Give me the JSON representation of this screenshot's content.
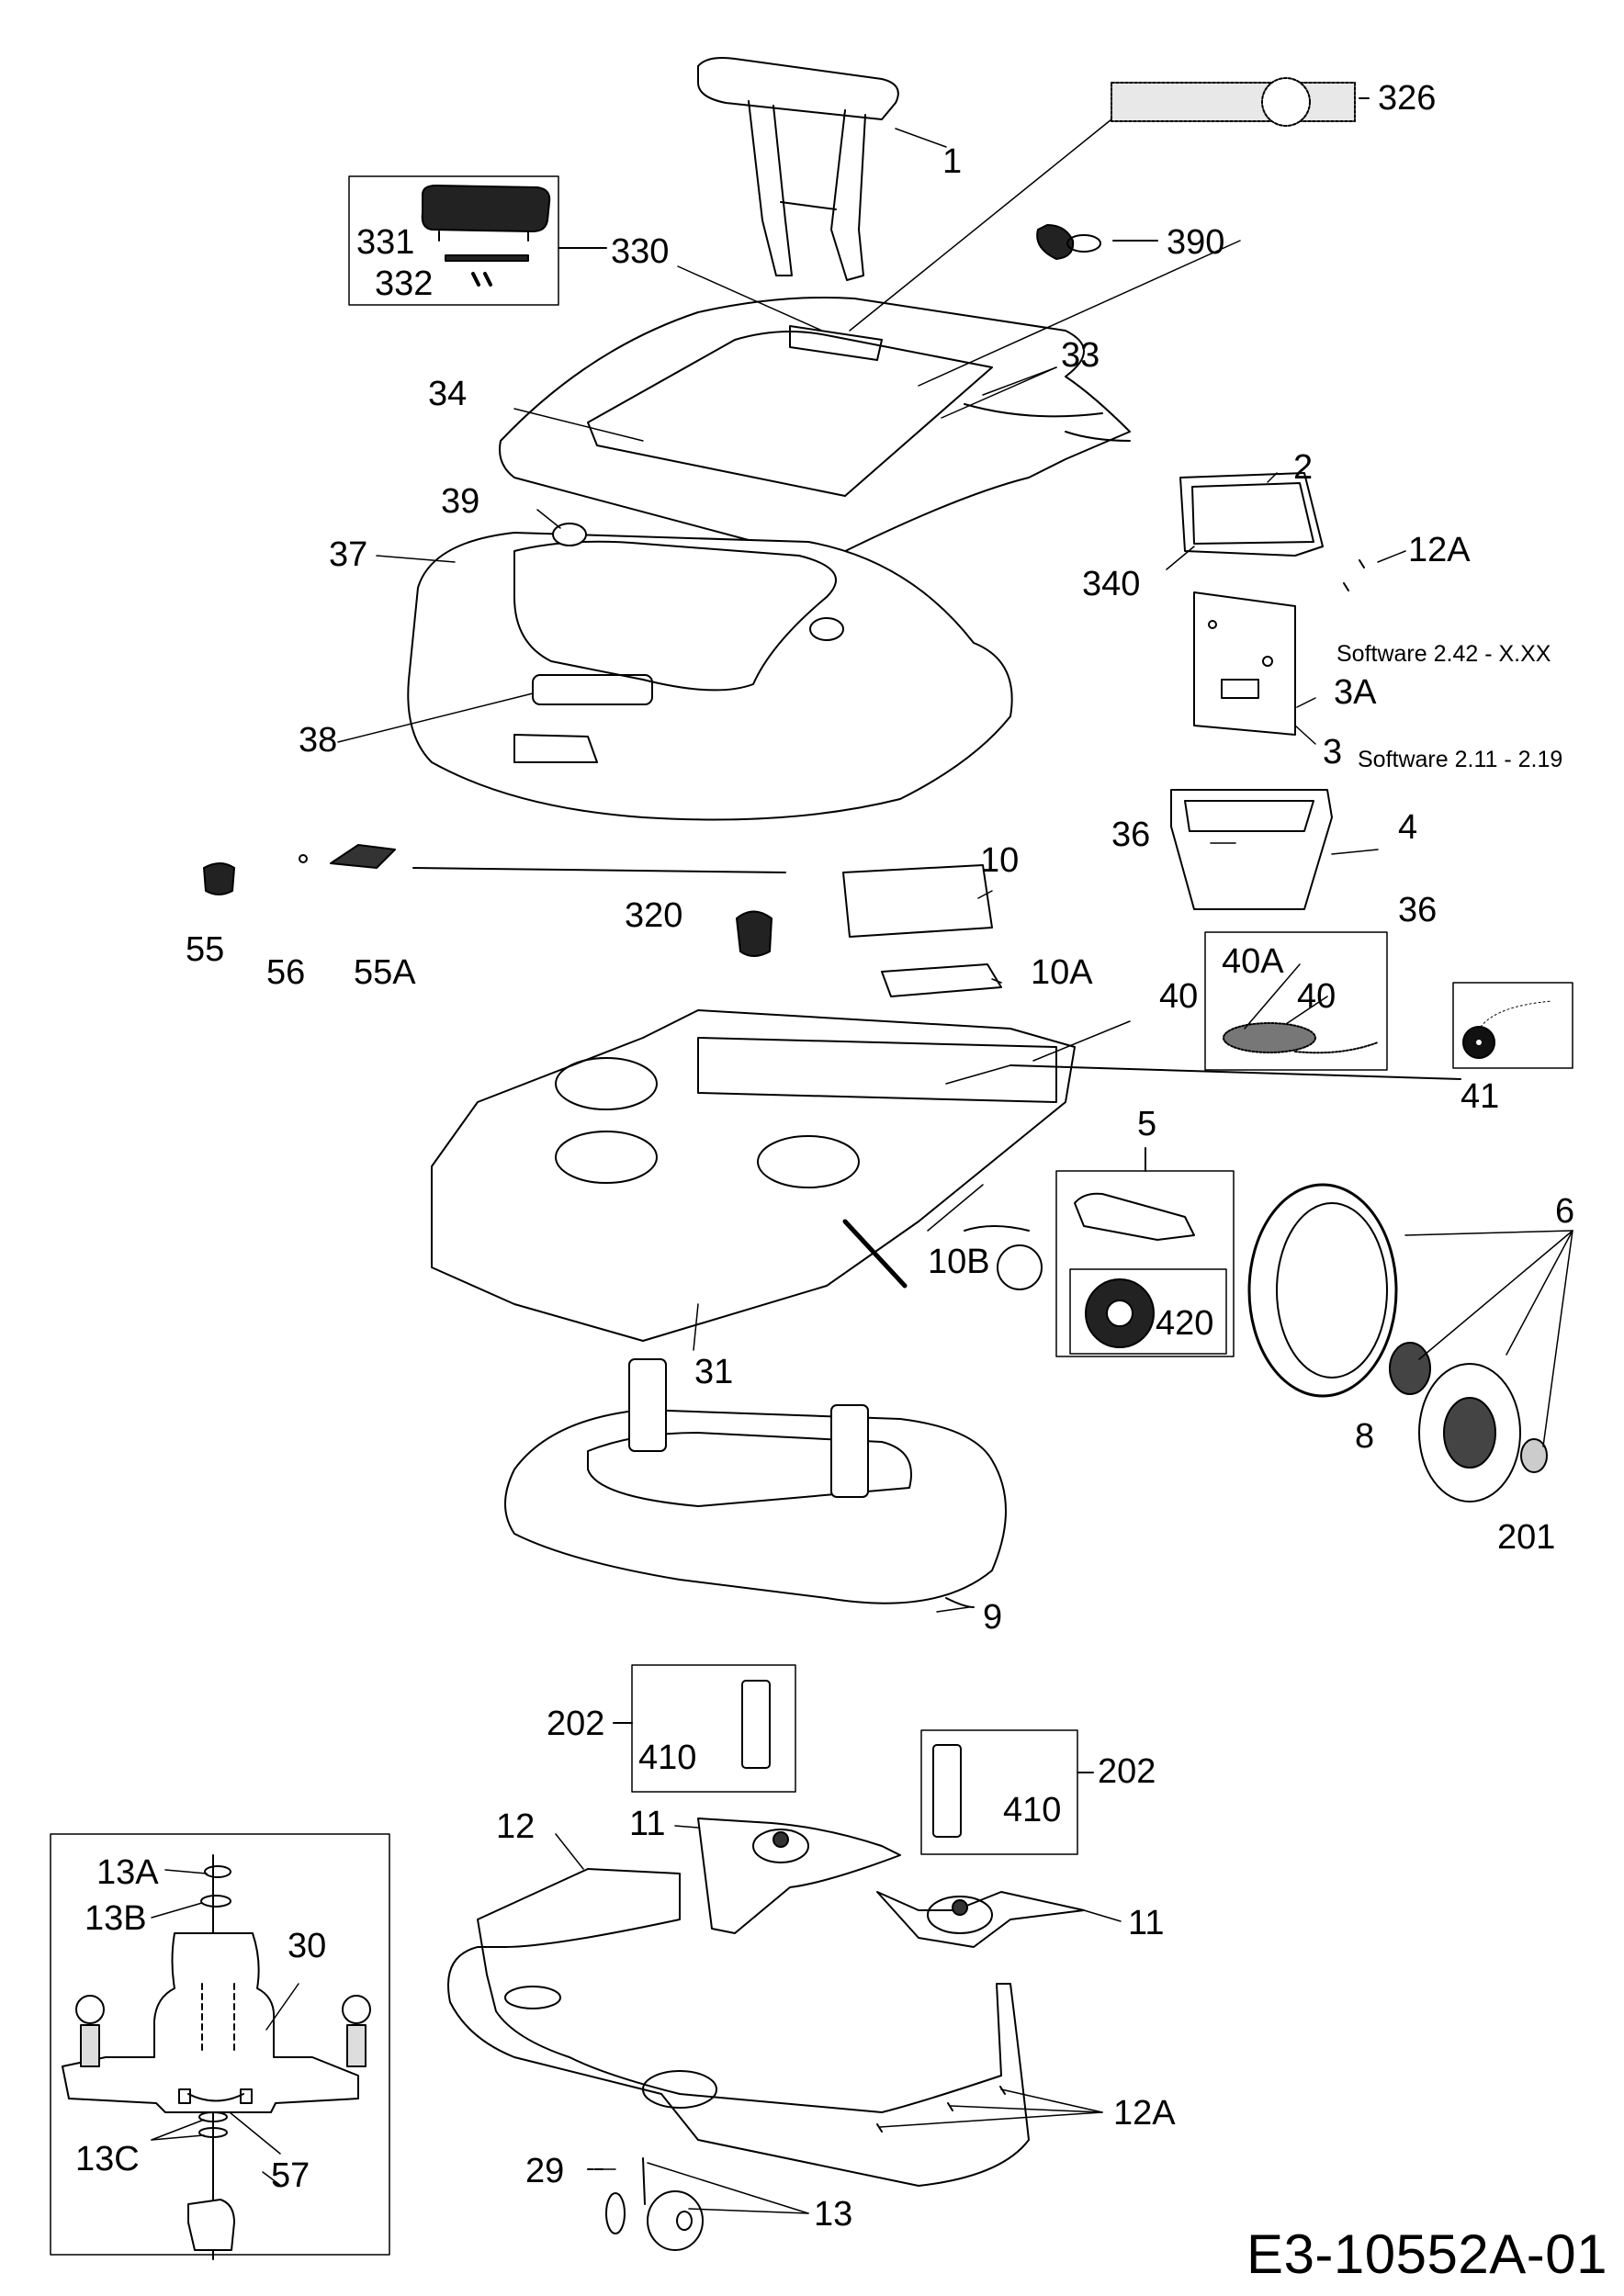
{
  "diagram": {
    "type": "exploded-parts-diagram",
    "code": "E3-10552A-01",
    "software_notes": {
      "part_3A": "Software 2.42 - X.XX",
      "part_3": "Software 2.11 - 2.19"
    },
    "labels": {
      "p1": "1",
      "p326": "326",
      "p390": "390",
      "p331": "331",
      "p332": "332",
      "p330": "330",
      "p33": "33",
      "p34": "34",
      "p2": "2",
      "p39": "39",
      "p37": "37",
      "p340": "340",
      "p12A_top": "12A",
      "p3A": "3A",
      "p3": "3",
      "p38": "38",
      "p36_left": "36",
      "p4": "4",
      "p36_right": "36",
      "p10": "10",
      "p55": "55",
      "p56": "56",
      "p55A": "55A",
      "p320": "320",
      "p10A": "10A",
      "p40": "40",
      "p40A_inset": "40A",
      "p40_inset": "40",
      "p41": "41",
      "p5": "5",
      "p6": "6",
      "p10B": "10B",
      "p420": "420",
      "p31": "31",
      "p8": "8",
      "p201": "201",
      "p9": "9",
      "p202_left": "202",
      "p410_left": "410",
      "p202_right": "202",
      "p410_right": "410",
      "p13A": "13A",
      "p12": "12",
      "p11_left": "11",
      "p13B": "13B",
      "p30": "30",
      "p11_right": "11",
      "p12A_bottom": "12A",
      "p13C": "13C",
      "p57": "57",
      "p29": "29",
      "p13": "13"
    }
  }
}
